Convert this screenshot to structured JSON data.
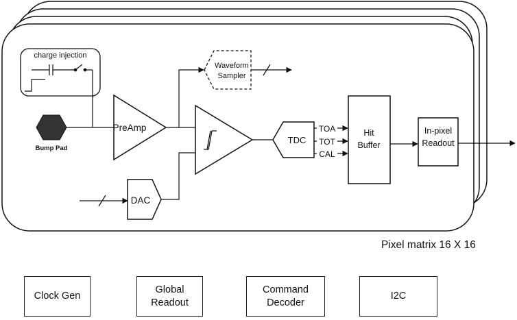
{
  "diagram": {
    "pixel_block": {
      "charge_injection": "charge injection",
      "bump_pad": "Bump Pad",
      "preamp": "PreAmp",
      "waveform_sampler": [
        "Waveform",
        "Sampler"
      ],
      "dac": "DAC",
      "tdc": "TDC",
      "tdc_outputs": [
        "TOA",
        "TOT",
        "CAL"
      ],
      "hit_buffer": [
        "Hit",
        "Buffer"
      ],
      "in_pixel_readout": [
        "In-pixel",
        "Readout"
      ]
    },
    "matrix_label": "Pixel matrix 16 X 16",
    "peripheral_blocks": [
      {
        "label": "Clock Gen"
      },
      {
        "label": "Global\nReadout"
      },
      {
        "label": "Command\nDecoder"
      },
      {
        "label": "I2C"
      }
    ]
  }
}
